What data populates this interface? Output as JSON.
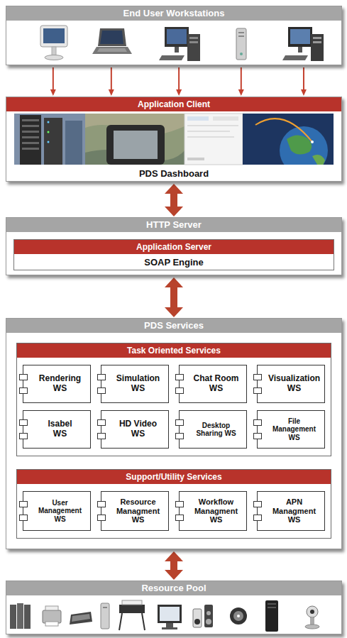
{
  "diagram": {
    "nodes": [
      {
        "text": [
          "End User Workstations"
        ]
      },
      {
        "text": [
          "Application Client",
          "PDS Dashboard"
        ]
      },
      {
        "text": [
          "HTTP Server"
        ]
      },
      {
        "text": [
          "Application Server",
          "SOAP Engine"
        ],
        "in": 2
      },
      {
        "text": [
          "PDS Services"
        ]
      },
      {
        "text": [
          "Task Oriented Services"
        ],
        "in": 4
      },
      {
        "text": [
          "Rendering WS"
        ],
        "in": 5
      },
      {
        "text": [
          "Simulation WS"
        ],
        "in": 5
      },
      {
        "text": [
          "Chat Room WS"
        ],
        "in": 5
      },
      {
        "text": [
          "Visualization WS"
        ],
        "in": 5
      },
      {
        "text": [
          "Isabel WS"
        ],
        "in": 5
      },
      {
        "text": [
          "HD Video WS"
        ],
        "in": 5
      },
      {
        "text": [
          "Desktop Sharing WS"
        ],
        "in": 5
      },
      {
        "text": [
          "File Management WS"
        ],
        "in": 5
      },
      {
        "text": [
          "Support/Utility Services"
        ],
        "in": 4
      },
      {
        "text": [
          "User Management WS"
        ],
        "in": 14
      },
      {
        "text": [
          "Resource Managment WS"
        ],
        "in": 14
      },
      {
        "text": [
          "Workflow Managment WS"
        ],
        "in": 14
      },
      {
        "text": [
          "APN Managment WS"
        ],
        "in": 14
      },
      {
        "text": [
          "Resource Pool"
        ]
      }
    ],
    "edges": [
      {
        "from": 0,
        "to": 1,
        "arrow": "to"
      },
      {
        "from": 0,
        "to": 1,
        "arrow": "to"
      },
      {
        "from": 0,
        "to": 1,
        "arrow": "to"
      },
      {
        "from": 0,
        "to": 1,
        "arrow": "to"
      },
      {
        "from": 0,
        "to": 1,
        "arrow": "to"
      },
      {
        "from": 1,
        "to": 2,
        "arrow": "both"
      },
      {
        "from": 2,
        "to": 4,
        "arrow": "both"
      },
      {
        "from": 4,
        "to": 19,
        "arrow": "both"
      }
    ]
  }
}
